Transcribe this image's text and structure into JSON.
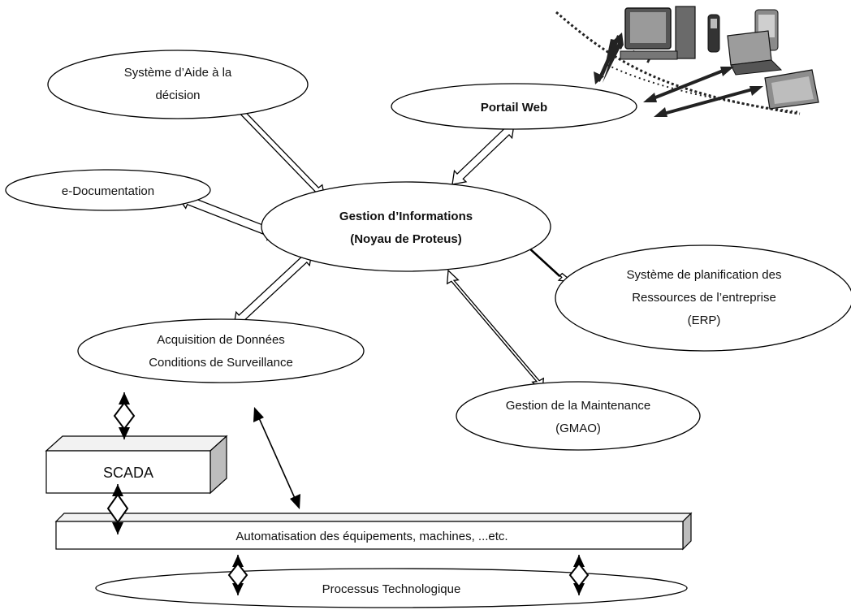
{
  "nodes": {
    "aide_decision": {
      "lines": [
        "Système d’Aide à la",
        "décision"
      ]
    },
    "portail_web": {
      "lines": [
        "Portail Web"
      ]
    },
    "e_documentation": {
      "lines": [
        "e-Documentation"
      ]
    },
    "gestion_informations": {
      "lines": [
        "Gestion d’Informations",
        "(Noyau de Proteus)"
      ]
    },
    "erp": {
      "lines": [
        "Système de planification des",
        "Ressources de l’entreprise",
        "(ERP)"
      ]
    },
    "acquisition": {
      "lines": [
        "Acquisition de Données",
        "Conditions de Surveillance"
      ]
    },
    "gmao": {
      "lines": [
        "Gestion de la Maintenance",
        "(GMAO)"
      ]
    },
    "scada": {
      "lines": [
        "SCADA"
      ]
    },
    "automatisation": {
      "lines": [
        "Automatisation des équipements, machines, ...etc."
      ]
    },
    "processus": {
      "lines": [
        "Processus Technologique"
      ]
    }
  },
  "colors": {
    "stroke": "#000000",
    "fill": "#ffffff",
    "box_side": "#bdbdbd",
    "box_top": "#f2f2f2"
  },
  "icons": [
    "desktop-computer-icon",
    "mobile-phone-icon",
    "pda-icon",
    "laptop-icon",
    "tablet-icon"
  ]
}
